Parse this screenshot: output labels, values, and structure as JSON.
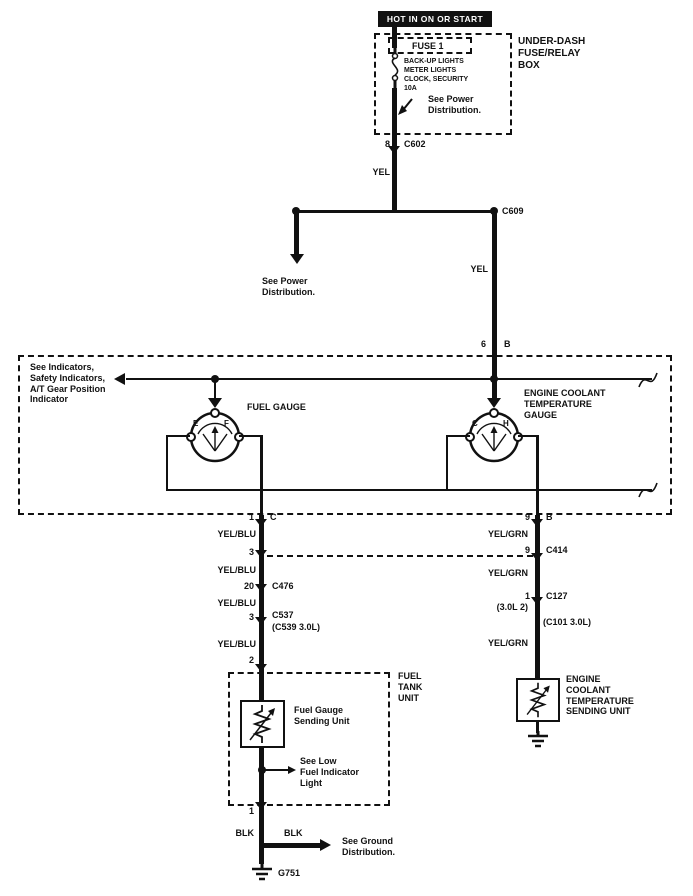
{
  "power": {
    "hot_label": "HOT IN ON OR START",
    "fuse_box_title": "UNDER-DASH\nFUSE/RELAY\nBOX",
    "fuse_name": "FUSE 1",
    "fuse_circuits": "BACK-UP LIGHTS\nMETER LIGHTS\nCLOCK, SECURITY\n10A",
    "see_power_distribution": "See Power\nDistribution.",
    "pin_8": "8",
    "connector_c602": "C602",
    "wire_yel": "YEL",
    "connector_c609": "C609",
    "pin_6": "6",
    "pin_b": "B"
  },
  "gauge_assembly": {
    "see_indicators_note": "See Indicators,\nSafety Indicators,\nA/T Gear Position\nIndicator",
    "fuel_gauge_label": "FUEL GAUGE",
    "coolant_gauge_label": "ENGINE COOLANT\nTEMPERATURE\nGAUGE",
    "fuel_empty": "E",
    "fuel_full": "F",
    "coolant_cold": "C",
    "coolant_hot": "H"
  },
  "fuel_branch": {
    "pin_1": "1",
    "pin_c": "C",
    "wire_color": "YEL/BLU",
    "pin_3_c414": "3",
    "pin_20": "20",
    "connector_c476": "C476",
    "pin_3_c537": "3",
    "connector_c537": "C537",
    "connector_c539_note": "(C539 3.0L)",
    "pin_2": "2"
  },
  "fuel_tank_unit": {
    "title": "FUEL\nTANK\nUNIT",
    "sending_unit_label": "Fuel Gauge\nSending Unit",
    "see_low_fuel_note": "See Low\nFuel Indicator\nLight",
    "pin_1": "1"
  },
  "ground_path": {
    "wire_blk": "BLK",
    "see_ground_distribution": "See Ground\nDistribution.",
    "ground_id": "G751"
  },
  "coolant_branch": {
    "pin_9": "9",
    "pin_b": "B",
    "wire_color": "YEL/GRN",
    "pin_9_c414": "9",
    "connector_c414": "C414",
    "pin_1": "1",
    "note_30l": "(3.0L 2)",
    "connector_c127": "C127",
    "connector_c101_note": "(C101 3.0L)",
    "sending_unit_label": "ENGINE\nCOOLANT\nTEMPERATURE\nSENDING UNIT"
  }
}
